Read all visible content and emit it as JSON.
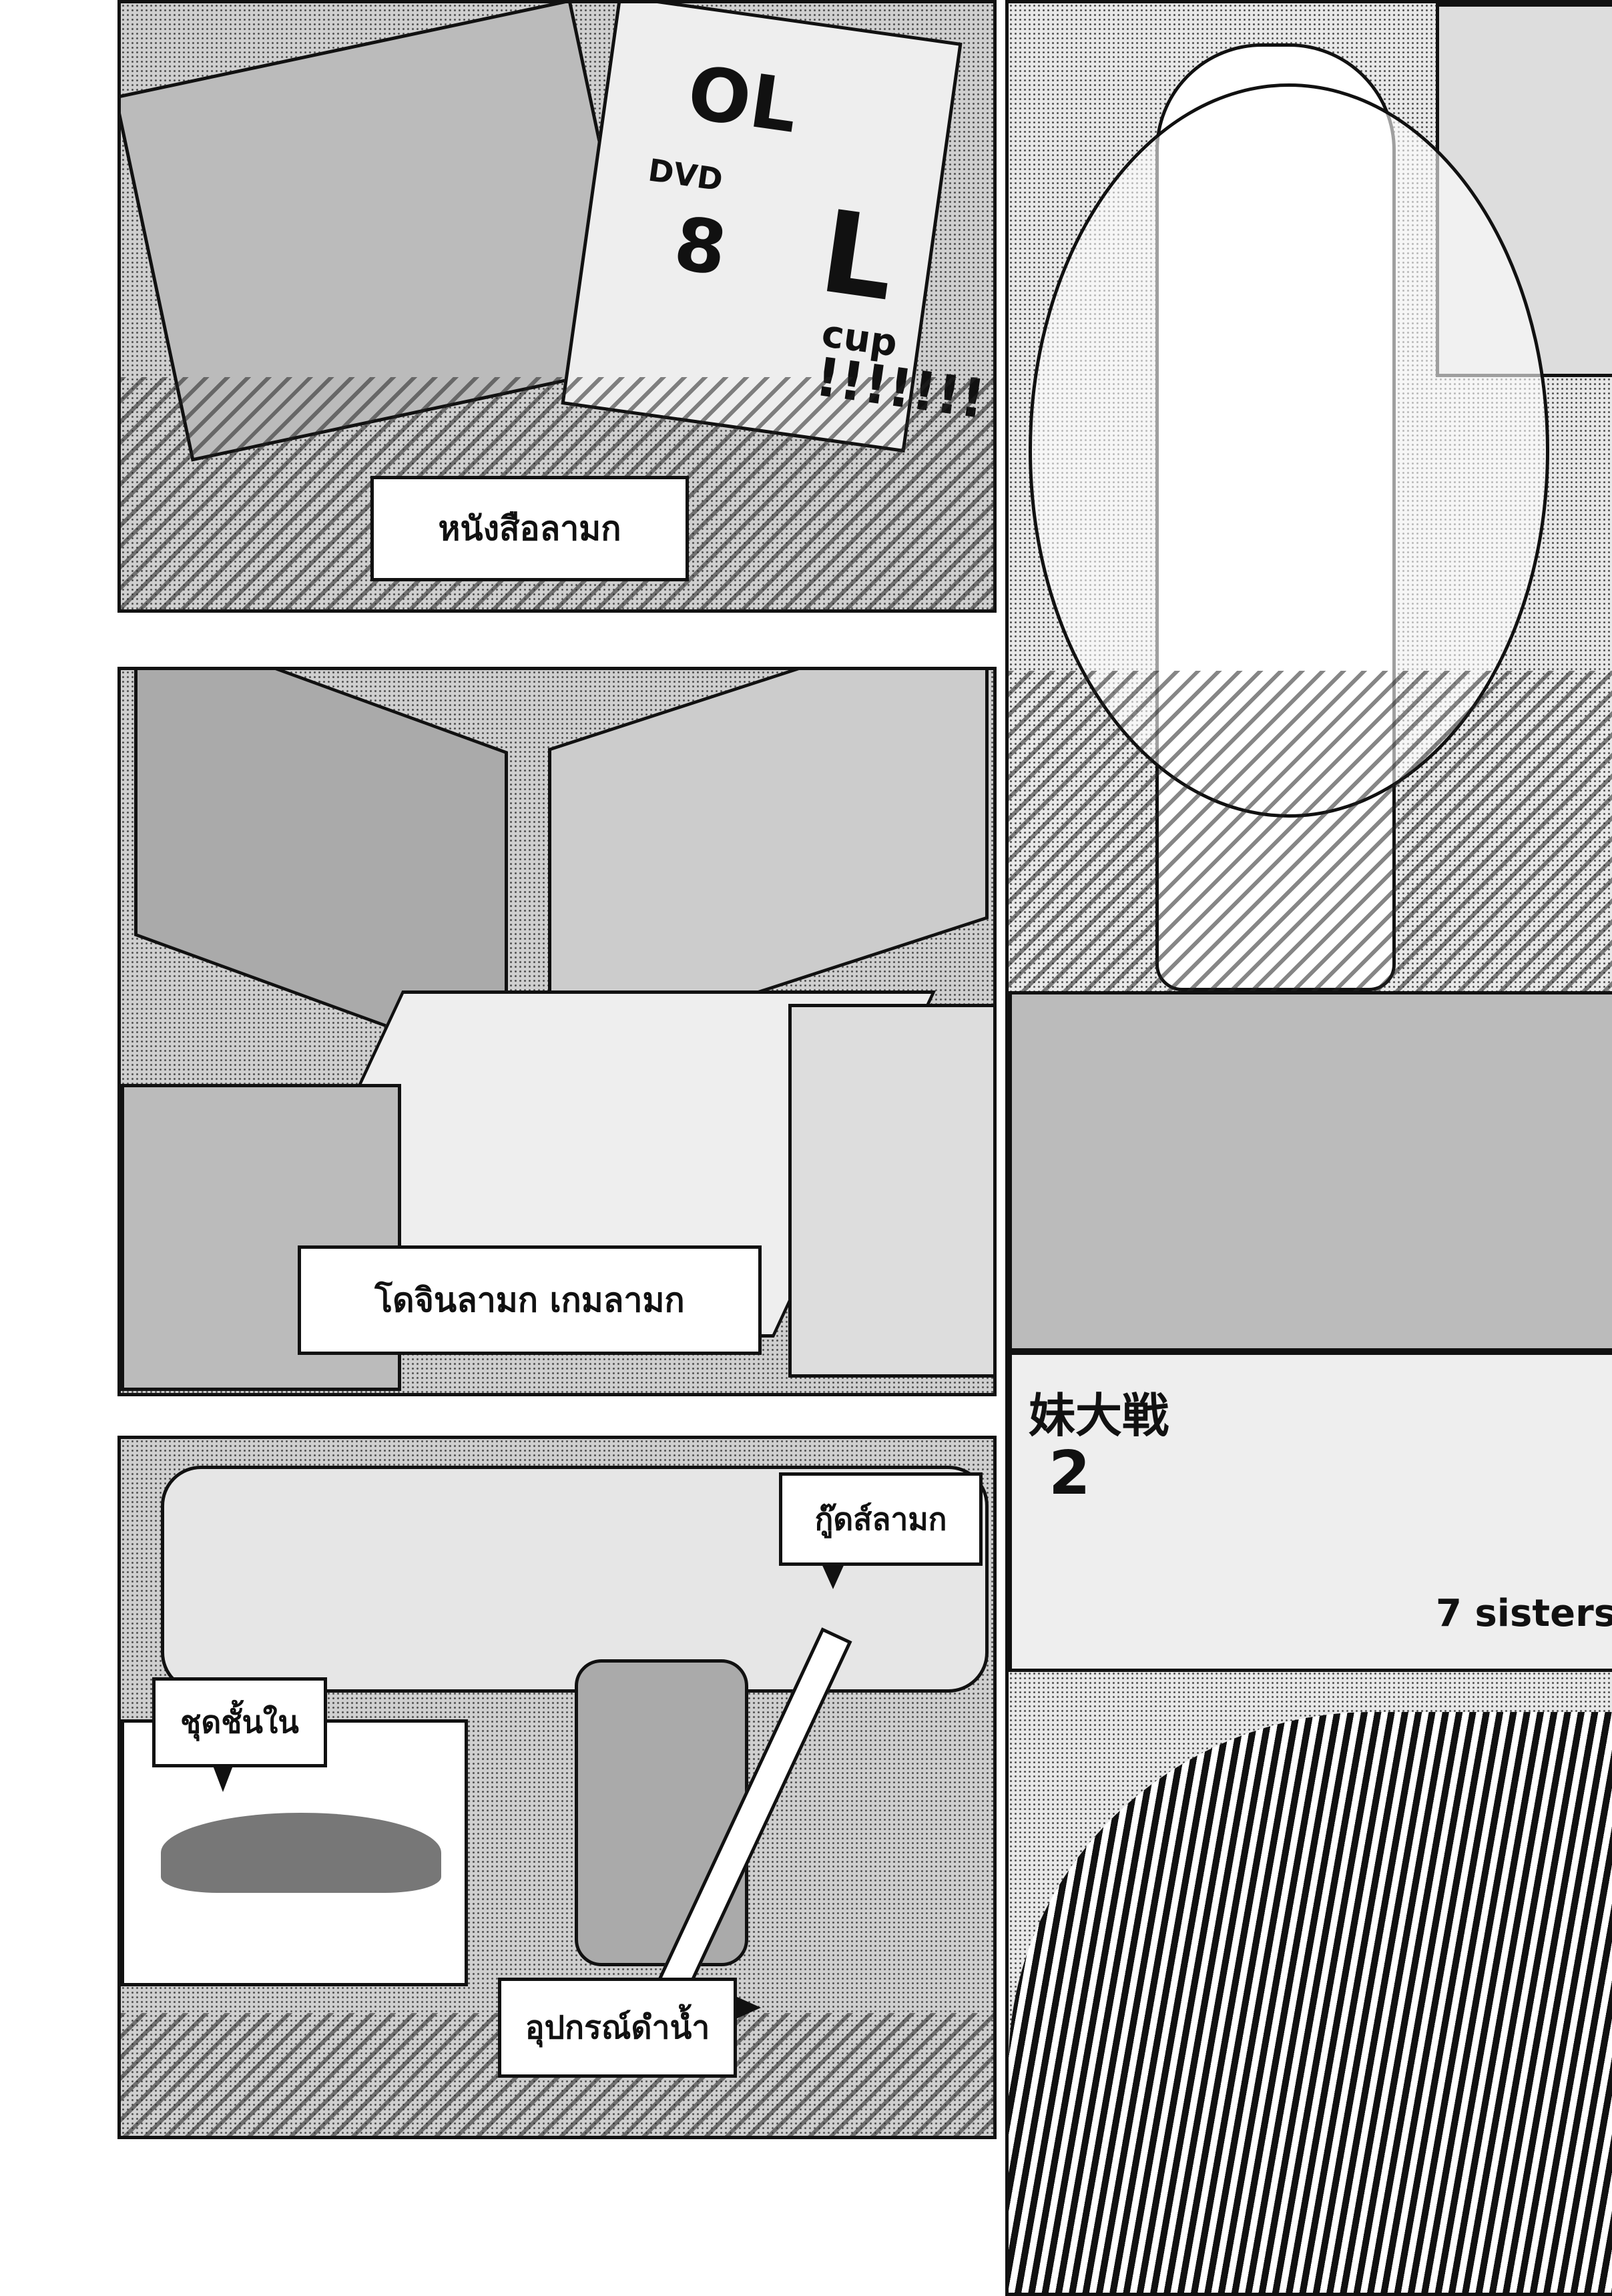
{
  "page": {
    "captions": {
      "books": "หนังสือลามก",
      "doujin_games": "โดจินลามก เกมลามก",
      "goods": "กู๊ดส์ลามก",
      "underwear": "ชุดชั้นใน",
      "diving_gear": "อุปกรณ์ดำน้ำ"
    },
    "art_text": {
      "dvd": "DVD",
      "eight": "8",
      "l_cup_letter": "L",
      "cup": "cup",
      "exclaim": "!!!!!!!",
      "ol": "OL",
      "imouto_taisen": "妹大戦",
      "two": "2",
      "seven_sisters": "7 sisters"
    },
    "colors": {
      "ink": "#111111",
      "paper": "#ffffff",
      "screen": "#cfcfcf"
    }
  }
}
